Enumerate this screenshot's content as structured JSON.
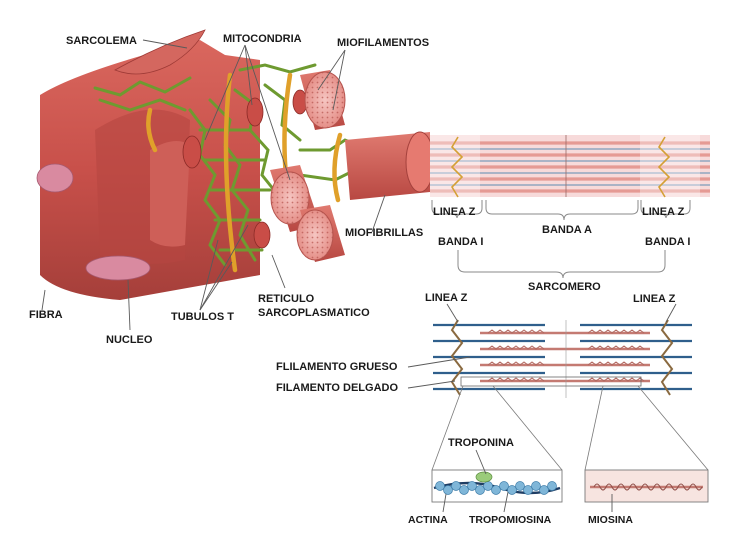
{
  "labels": {
    "sarcolema": "SARCOLEMA",
    "mitocondria": "MITOCONDRIA",
    "miofilamentos": "MIOFILAMENTOS",
    "miofibrillas": "MIOFIBRILLAS",
    "fibra": "FIBRA",
    "nucleo": "NUCLEO",
    "tubulos_t": "TUBULOS T",
    "reticulo_line1": "RETICULO",
    "reticulo_line2": "SARCOPLASMATICO",
    "linea_z_left": "LINEA Z",
    "linea_z_right": "LINEA Z",
    "banda_a": "BANDA A",
    "banda_i_left": "BANDA I",
    "banda_i_right": "BANDA I",
    "sarcomero": "SARCOMERO",
    "linea_z_detail_left": "LINEA Z",
    "linea_z_detail_right": "LINEA Z",
    "filamento_grueso": "FLILAMENTO GRUESO",
    "filamento_delgado": "FILAMENTO DELGADO",
    "troponina": "TROPONINA",
    "actina": "ACTINA",
    "tropomiosina": "TROPOMIOSINA",
    "miosina": "MIOSINA"
  },
  "colors": {
    "muscle": "#c8504a",
    "muscle_dark": "#9e3a36",
    "muscle_light": "#e08a80",
    "reticulum": "#7aa53a",
    "t_tubule": "#e8a830",
    "thick_filament": "#c9807a",
    "thin_filament": "#2e5f8a",
    "actin_bead": "#7fb6d8",
    "troponin": "#9acb7a"
  }
}
